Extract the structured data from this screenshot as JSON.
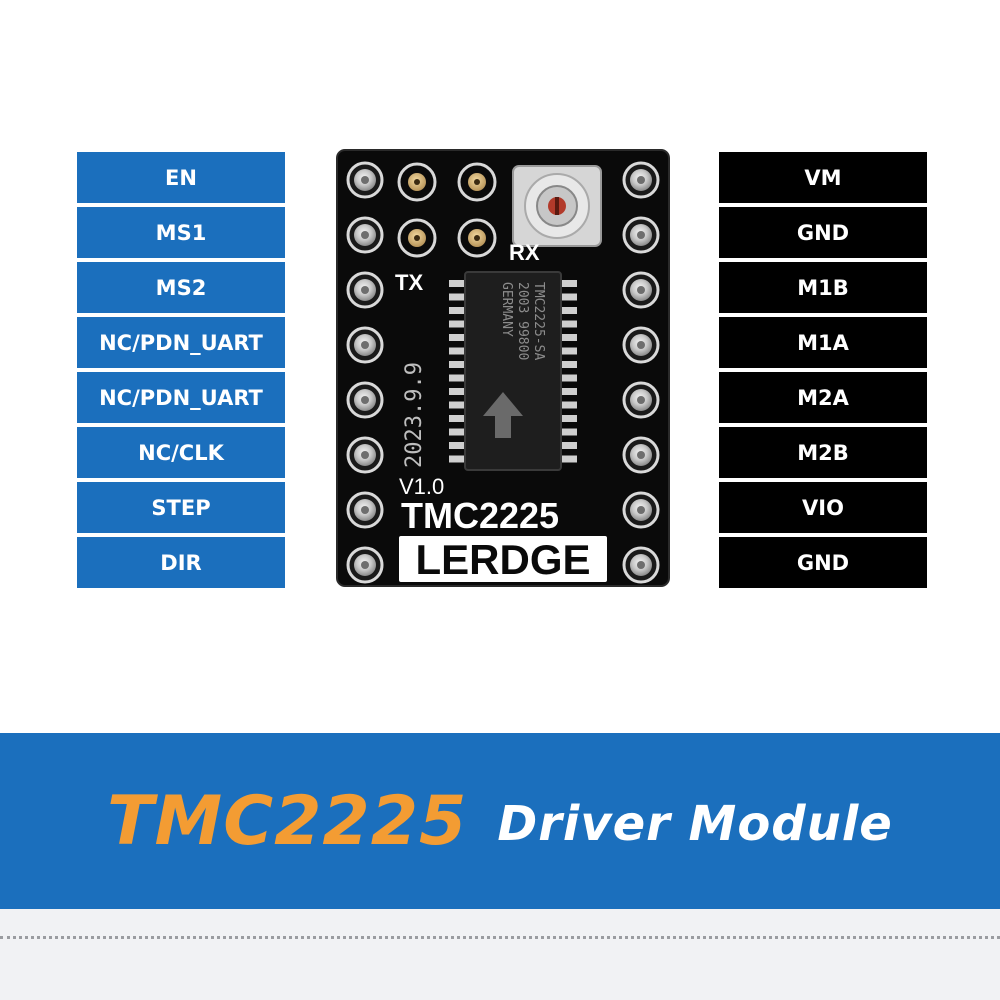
{
  "left_pins": [
    "EN",
    "MS1",
    "MS2",
    "NC/PDN_UART",
    "NC/PDN_UART",
    "NC/CLK",
    "STEP",
    "DIR"
  ],
  "right_pins": [
    "VM",
    "GND",
    "M1B",
    "M1A",
    "M2A",
    "M2B",
    "VIO",
    "GND"
  ],
  "board": {
    "tx_label": "TX",
    "rx_label": "RX",
    "chip_line1": "TMC2225-SA",
    "chip_line2": "2003 99800",
    "chip_line3": "GERMANY",
    "version": "V1.0",
    "model": "TMC2225",
    "brand": "LERDGE",
    "side_text": "2023.9.9"
  },
  "banner": {
    "title": "TMC2225",
    "subtitle": "Driver Module"
  },
  "colors": {
    "left_pin_bg": "#1b6fbd",
    "right_pin_bg": "#000000",
    "banner_bg": "#1b6fbd",
    "title_color": "#f39c33"
  }
}
